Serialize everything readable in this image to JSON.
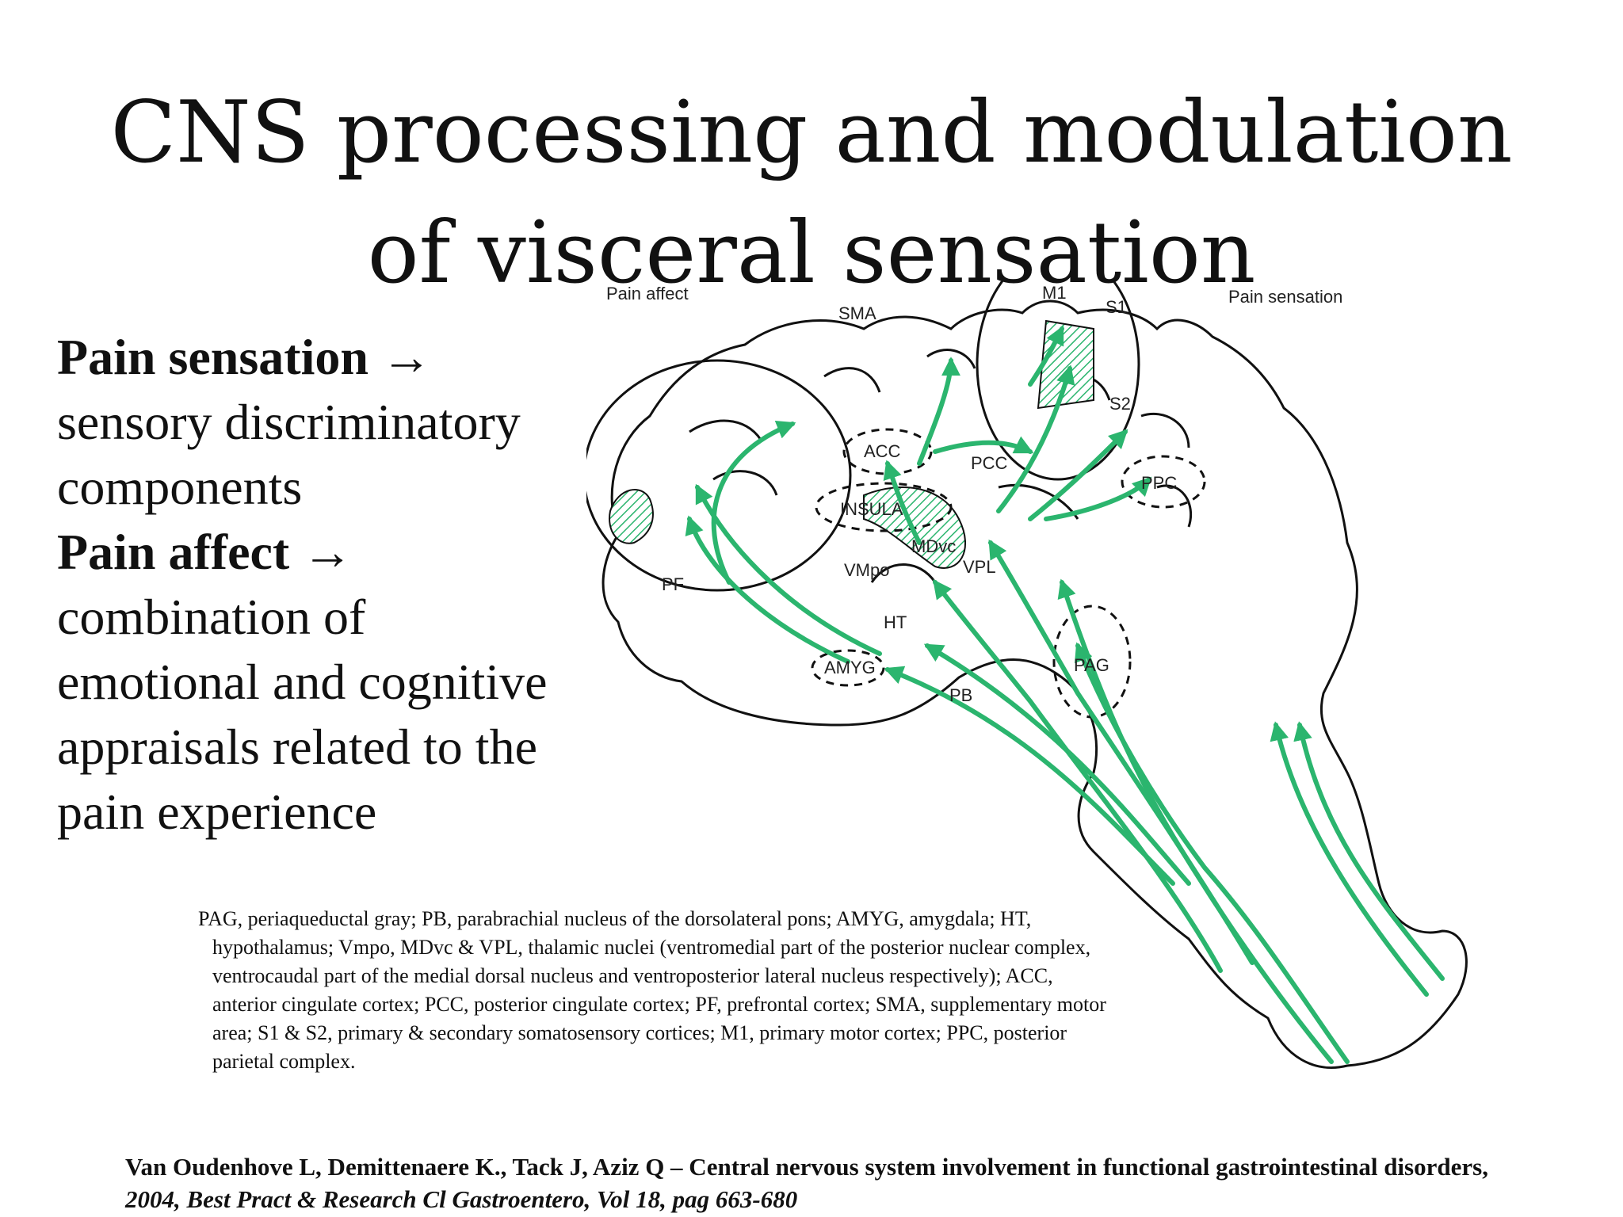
{
  "slide": {
    "title_line1": "CNS processing and modulation",
    "title_line2": "of visceral sensation"
  },
  "left_text": {
    "pain_sensation_heading": "Pain sensation →",
    "pain_sensation_body": "sensory discriminatory components",
    "pain_affect_heading": "Pain affect →",
    "pain_affect_body": "combination of emotional and cognitive appraisals related to the pain experience"
  },
  "diagram": {
    "colors": {
      "pathway": "#2bb56e",
      "outline": "#111111"
    },
    "labels": {
      "pain_affect": "Pain affect",
      "pain_sensation": "Pain sensation",
      "m1": "M1",
      "s1": "S1",
      "sma": "SMA",
      "s2": "S2",
      "acc": "ACC",
      "pcc": "PCC",
      "ppc": "PPC",
      "insula": "INSULA",
      "mdvc": "MDvc",
      "vpl": "VPL",
      "vmpo": "VMpo",
      "pf": "PF",
      "ht": "HT",
      "amyg": "AMYG",
      "pag": "PAG",
      "pb": "PB"
    }
  },
  "caption": "PAG, periaqueductal gray; PB, parabrachial nucleus of the dorsolateral pons; AMYG, amygdala; HT, hypothalamus; Vmpo, MDvc & VPL, thalamic nuclei (ventromedial part of the posterior nuclear complex, ventrocaudal part of the medial dorsal nucleus and ventroposterior lateral nucleus respectively); ACC, anterior cingulate cortex; PCC, posterior cingulate cortex; PF, prefrontal cortex; SMA, supplementary motor area; S1 & S2, primary & secondary somatosensory cortices; M1, primary motor cortex; PPC, posterior parietal complex.",
  "reference": {
    "authors_title": "Van Oudenhove L, Demittenaere K., Tack J, Aziz Q – Central nervous system involvement in functional gastrointestinal disorders,",
    "citation": "2004,  Best Pract & Research Cl Gastroentero, Vol 18, pag 663-680"
  }
}
